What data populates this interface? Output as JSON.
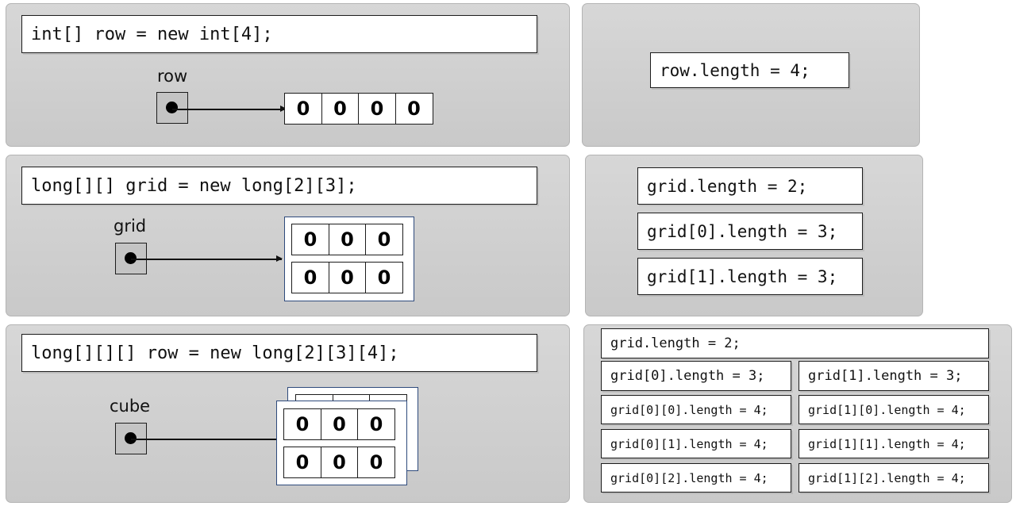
{
  "row_example": {
    "declaration": "int[] row = new int[4];",
    "variable": "row",
    "values": [
      "0",
      "0",
      "0",
      "0"
    ],
    "lengths": [
      "row.length = 4;"
    ]
  },
  "grid_example": {
    "declaration": "long[][] grid = new long[2][3];",
    "variable": "grid",
    "rows": [
      [
        "0",
        "0",
        "0"
      ],
      [
        "0",
        "0",
        "0"
      ]
    ],
    "lengths": [
      "grid.length = 2;",
      "grid[0].length = 3;",
      "grid[1].length = 3;"
    ]
  },
  "cube_example": {
    "declaration": "long[][][] row = new long[2][3][4];",
    "variable": "cube",
    "front_rows": [
      [
        "0",
        "0",
        "0"
      ],
      [
        "0",
        "0",
        "0"
      ]
    ],
    "lengths": {
      "top": "grid.length = 2;",
      "left": [
        "grid[0].length = 3;",
        "grid[0][0].length = 4;",
        "grid[0][1].length = 4;",
        "grid[0][2].length = 4;"
      ],
      "right": [
        "grid[1].length = 3;",
        "grid[1][0].length = 4;",
        "grid[1][1].length = 4;",
        "grid[1][2].length = 4;"
      ]
    }
  }
}
